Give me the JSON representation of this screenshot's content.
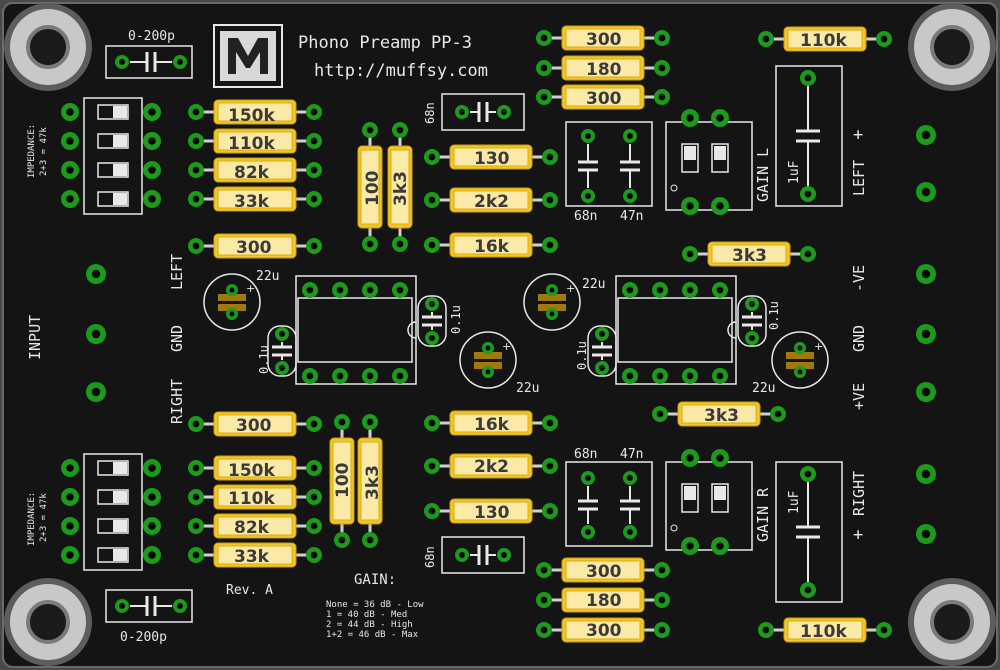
{
  "board": {
    "title": "Phono Preamp PP-3",
    "url": "http://muffsy.com",
    "logo_letter": "M",
    "revision": "Rev. A",
    "colors": {
      "pcb": "#141414",
      "silkscreen": "#e8e8e8",
      "pad_ring": "#1c9a1c",
      "resistor_body": "#f4c430",
      "mounting_hole": "#c8c8c8"
    }
  },
  "labels": {
    "cap_top": "0-200p",
    "cap_bottom": "0-200p",
    "impedance_title": "IMPEDANCE:",
    "impedance_note": "2+3 = 47k",
    "input": "INPUT",
    "in_left": "LEFT",
    "in_gnd": "GND",
    "in_right": "RIGHT",
    "out_left": "LEFT",
    "out_right": "RIGHT",
    "plus": "+",
    "neg_ve": "-VE",
    "gnd": "GND",
    "pos_ve": "+VE",
    "gain_l": "GAIN L",
    "gain_r": "GAIN R",
    "gain_title": "GAIN:",
    "gain_lines": [
      "None = 36 dB - Low",
      "1    = 40 dB - Med",
      "2    = 44 dB - High",
      "1+2  = 46 dB - Max"
    ]
  },
  "components": {
    "imp_top": [
      "150k",
      "110k",
      "82k",
      "33k"
    ],
    "imp_bottom": [
      "150k",
      "110k",
      "82k",
      "33k"
    ],
    "r300_left_top": "300",
    "r300_left_bottom": "300",
    "r100_top": "100",
    "r3k3_vert_top": "3k3",
    "r100_bottom": "100",
    "r3k3_vert_bottom": "3k3",
    "mid_top": [
      "130",
      "2k2",
      "16k"
    ],
    "mid_bottom": [
      "16k",
      "2k2",
      "130"
    ],
    "stack_top": [
      "300",
      "180",
      "300"
    ],
    "stack_bottom": [
      "300",
      "180",
      "300"
    ],
    "r110k_top": "110k",
    "r110k_bottom": "110k",
    "r3k3_top": "3k3",
    "r3k3_bottom": "3k3",
    "cap_68n": "68n",
    "cap_47n": "47n",
    "cap_1uF": "1uF",
    "cap_22u": "22u",
    "cap_0_1u": "0.1u"
  }
}
